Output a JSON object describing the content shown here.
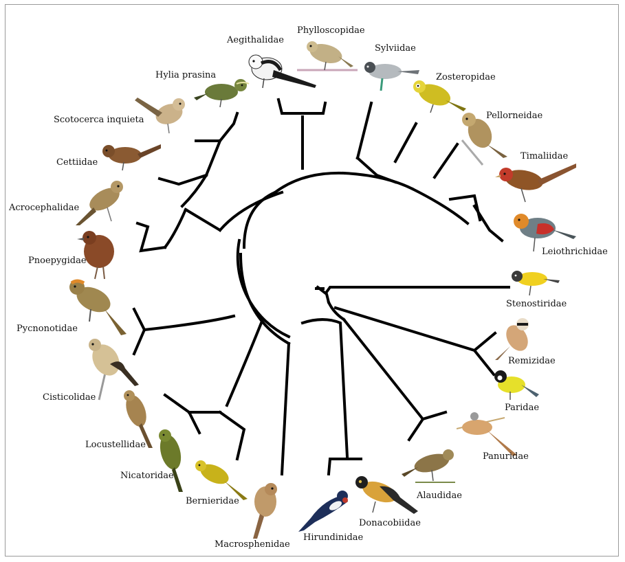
{
  "families": [
    {
      "id": "aegithalidae",
      "label": "Aegithalidae",
      "colors": [
        "#ffffff",
        "#1a1a1a",
        "#e8b4b8"
      ]
    },
    {
      "id": "phylloscopidae",
      "label": "Phylloscopidae",
      "colors": [
        "#b9a77a",
        "#d9cfa8",
        "#6f5f3c"
      ]
    },
    {
      "id": "sylviidae",
      "label": "Sylviidae",
      "colors": [
        "#a9aeb3",
        "#e9ecee",
        "#3b3f42"
      ]
    },
    {
      "id": "zosteropidae",
      "label": "Zosteropidae",
      "colors": [
        "#d4c21a",
        "#8a8a14",
        "#f1e04a"
      ]
    },
    {
      "id": "pellorneidae",
      "label": "Pellorneidae",
      "colors": [
        "#a3855a",
        "#d9c9a6",
        "#5d4a30"
      ]
    },
    {
      "id": "timaliidae",
      "label": "Timaliidae",
      "colors": [
        "#9a5a2c",
        "#c13a2a",
        "#e8d7b8"
      ]
    },
    {
      "id": "leiothrichidae",
      "label": "Leiothrichidae",
      "colors": [
        "#6f7f86",
        "#e07a2a",
        "#c8302a"
      ]
    },
    {
      "id": "stenostiridae",
      "label": "Stenostiridae",
      "colors": [
        "#f0d020",
        "#3a3a3a",
        "#ffffff"
      ]
    },
    {
      "id": "remizidae",
      "label": "Remizidae",
      "colors": [
        "#c89a6a",
        "#1a1a1a",
        "#e9ddc9"
      ]
    },
    {
      "id": "paridae",
      "label": "Paridae",
      "colors": [
        "#1a1a1a",
        "#e6e02a",
        "#6f8b9a"
      ]
    },
    {
      "id": "panuridae",
      "label": "Panuridae",
      "colors": [
        "#d8a56e",
        "#8a6a4a",
        "#f2e2c8"
      ]
    },
    {
      "id": "alaudidae",
      "label": "Alaudidae",
      "colors": [
        "#8c7548",
        "#d9c692",
        "#4d3d22"
      ]
    },
    {
      "id": "donacobiidae",
      "label": "Donacobiidae",
      "colors": [
        "#1f1f1f",
        "#d9a23a",
        "#6a4a2a"
      ]
    },
    {
      "id": "hirundinidae",
      "label": "Hirundinidae",
      "colors": [
        "#1e2f5a",
        "#c0392b",
        "#f2f2f2"
      ]
    },
    {
      "id": "macrosphenidae",
      "label": "Macrosphenidae",
      "colors": [
        "#b58a5a",
        "#e4c9a4",
        "#6b4a2c"
      ]
    },
    {
      "id": "bernieridae",
      "label": "Bernieridae",
      "colors": [
        "#c8b21a",
        "#8a7a14",
        "#f0e04a"
      ]
    },
    {
      "id": "nicatoridae",
      "label": "Nicatoridae",
      "colors": [
        "#6c7a2a",
        "#e3d28a",
        "#3a4218"
      ]
    },
    {
      "id": "locustellidae",
      "label": "Locustellidae",
      "colors": [
        "#9a7a4a",
        "#cdb48a",
        "#5a4424"
      ]
    },
    {
      "id": "cisticolidae",
      "label": "Cisticolidae",
      "colors": [
        "#c9b48a",
        "#3a2f22",
        "#f4ead3"
      ]
    },
    {
      "id": "pycnonotidae",
      "label": "Pycnonotidae",
      "colors": [
        "#9a8048",
        "#e08a2a",
        "#d8c9a2"
      ]
    },
    {
      "id": "pnoepygidae",
      "label": "Pnoepygidae",
      "colors": [
        "#8a4a28",
        "#5a2e16",
        "#c08a62"
      ]
    },
    {
      "id": "acrocephalidae",
      "label": "Acrocephalidae",
      "colors": [
        "#a88c5a",
        "#e0cda4",
        "#6a5432"
      ]
    },
    {
      "id": "cettiidae",
      "label": "Cettiidae",
      "colors": [
        "#8a5a32",
        "#c49a6e",
        "#4a2f1a"
      ]
    },
    {
      "id": "scotocerca",
      "label": "Scotocerca inquieta",
      "colors": [
        "#c9b08a",
        "#efe2c8",
        "#7a6444"
      ]
    },
    {
      "id": "hylia",
      "label": "Hylia prasina",
      "colors": [
        "#6a7a3a",
        "#a8b46a",
        "#3a4420"
      ]
    }
  ]
}
